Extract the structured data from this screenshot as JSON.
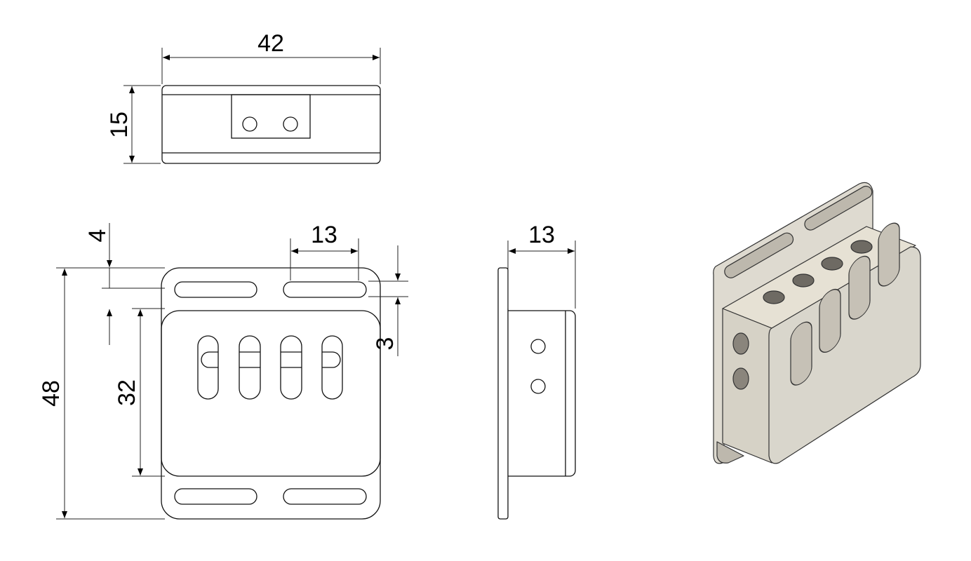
{
  "drawing": {
    "top_view": {
      "width_dim": "42",
      "height_dim": "15"
    },
    "front_view": {
      "overall_height_dim": "48",
      "body_height_dim": "32",
      "flange_offset_dim": "4",
      "slot_length_dim": "13",
      "slot_width_dim": "3"
    },
    "side_view": {
      "depth_dim": "13"
    },
    "iso_view": {
      "face_color": "#d9d6cc",
      "top_color": "#e6e1d4",
      "edge_color": "#333333"
    }
  }
}
